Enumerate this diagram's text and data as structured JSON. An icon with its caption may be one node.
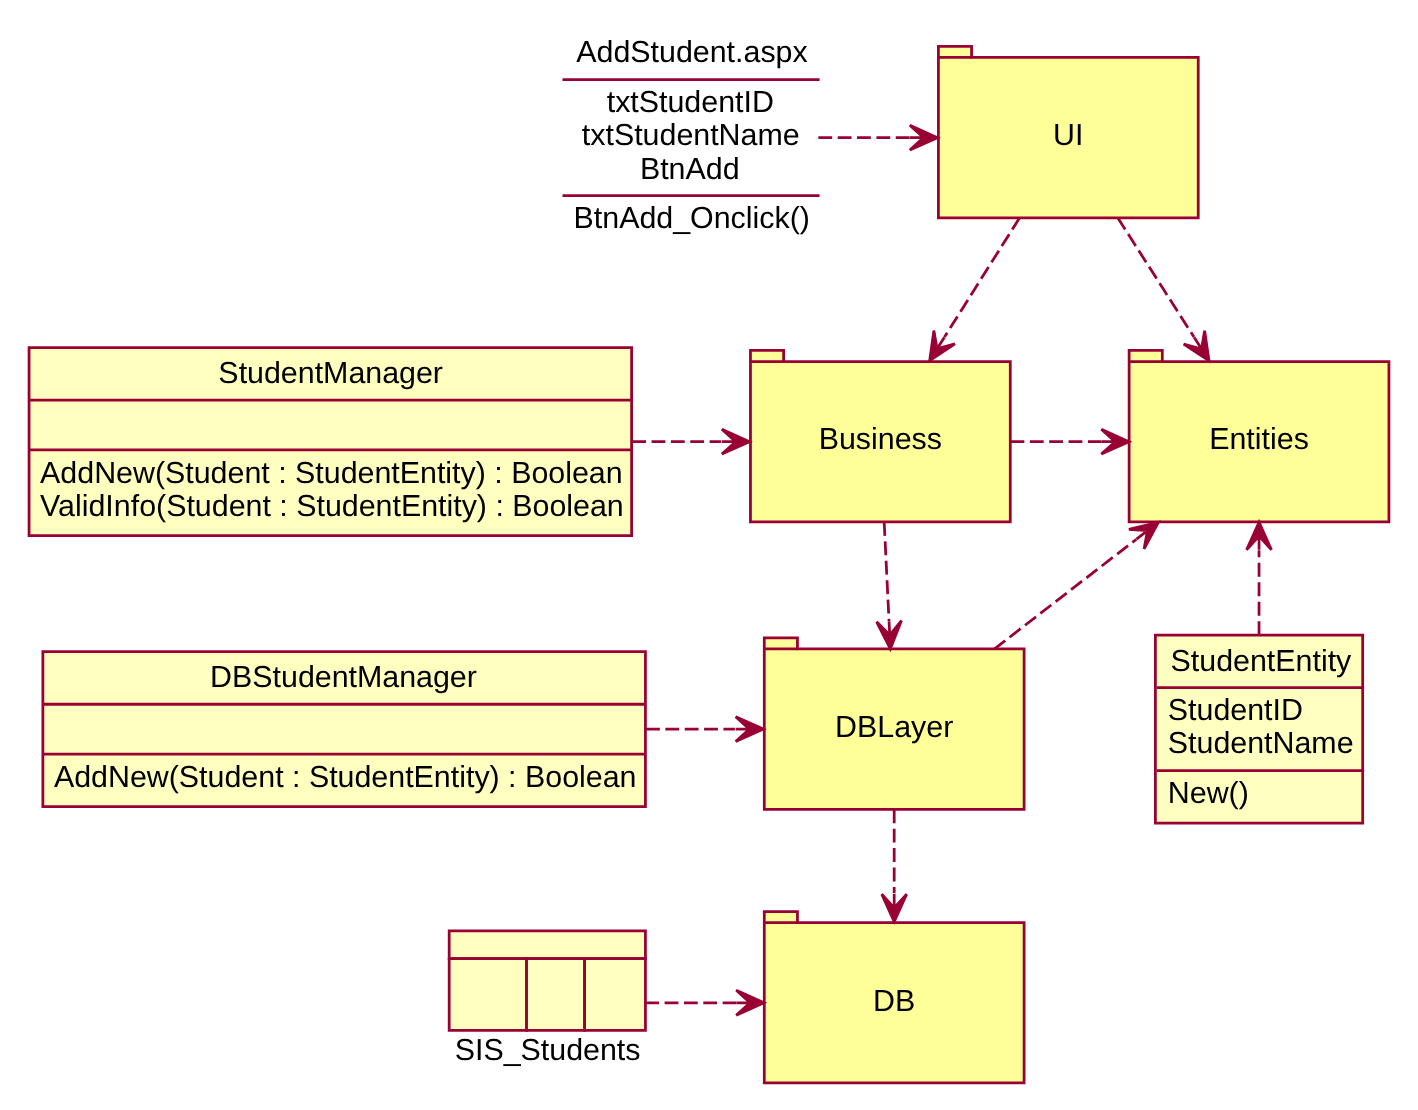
{
  "diagram": {
    "nodes": [
      {
        "text": [
          "AddStudent.aspx",
          "txtStudentID",
          "txtStudentName",
          "BtnAdd",
          "BtnAdd_Onclick()"
        ]
      },
      {
        "text": [
          "UI"
        ]
      },
      {
        "text": [
          "StudentManager",
          "AddNew(Student : StudentEntity) : Boolean",
          "ValidInfo(Student : StudentEntity) : Boolean"
        ]
      },
      {
        "text": [
          "Business"
        ]
      },
      {
        "text": [
          "Entities"
        ]
      },
      {
        "text": [
          "DBStudentManager",
          "AddNew(Student : StudentEntity) : Boolean"
        ]
      },
      {
        "text": [
          "DBLayer"
        ]
      },
      {
        "text": [
          "StudentEntity",
          "StudentID",
          "StudentName",
          "New()"
        ]
      },
      {
        "text": [
          "DB"
        ]
      },
      {
        "text": [
          "SIS_Students"
        ]
      }
    ],
    "edges": [
      {
        "from": 0,
        "to": 1,
        "arrow": "to",
        "style": "dashed"
      },
      {
        "from": 1,
        "to": 3,
        "arrow": "to",
        "style": "dashed"
      },
      {
        "from": 1,
        "to": 4,
        "arrow": "to",
        "style": "dashed"
      },
      {
        "from": 2,
        "to": 3,
        "arrow": "to",
        "style": "dashed"
      },
      {
        "from": 3,
        "to": 4,
        "arrow": "to",
        "style": "dashed"
      },
      {
        "from": 3,
        "to": 6,
        "arrow": "to",
        "style": "dashed"
      },
      {
        "from": 6,
        "to": 4,
        "arrow": "to",
        "style": "dashed"
      },
      {
        "from": 7,
        "to": 4,
        "arrow": "to",
        "style": "dashed"
      },
      {
        "from": 5,
        "to": 6,
        "arrow": "to",
        "style": "dashed"
      },
      {
        "from": 6,
        "to": 8,
        "arrow": "to",
        "style": "dashed"
      },
      {
        "from": 9,
        "to": 8,
        "arrow": "to",
        "style": "dashed"
      }
    ]
  }
}
